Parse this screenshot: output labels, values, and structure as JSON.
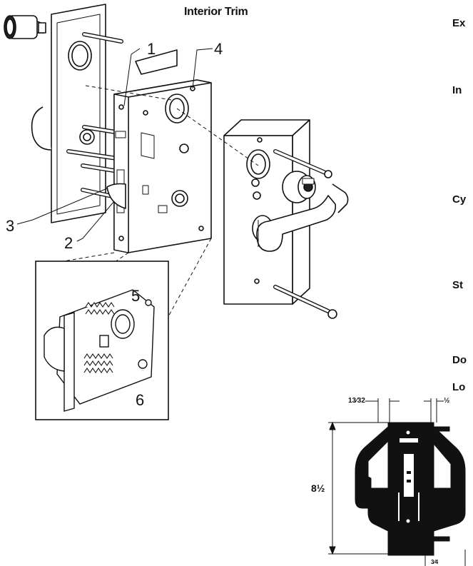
{
  "title": "Interior Trim",
  "side_labels": [
    "Ex",
    "In",
    "Cy",
    "St",
    "Do",
    "Lo"
  ],
  "callouts": {
    "c1": "1",
    "c2": "2",
    "c3": "3",
    "c4": "4",
    "c5": "5",
    "c6": "6"
  },
  "dimensions": {
    "top_left": "13⁄32",
    "top_right": "½",
    "height": "8½",
    "bottom": "3⁄4"
  }
}
